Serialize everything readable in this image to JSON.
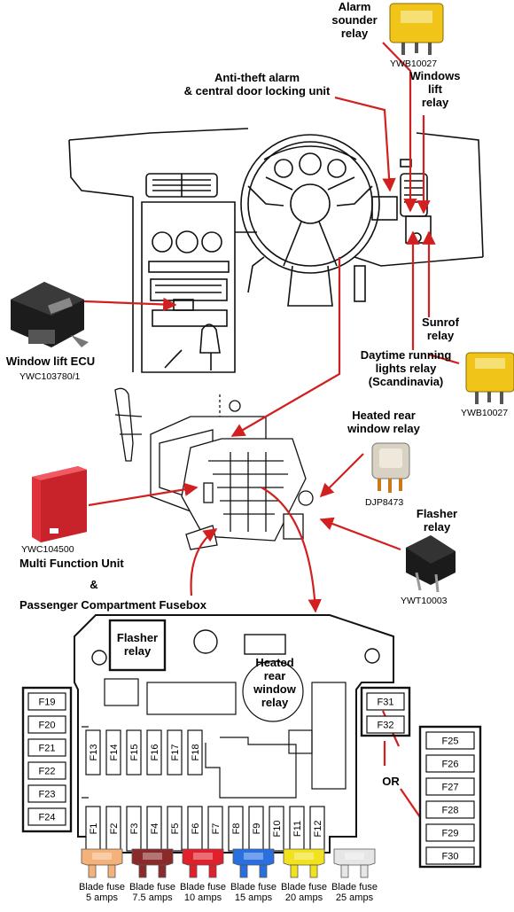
{
  "labels": {
    "alarm_sounder_relay": [
      "Alarm",
      "sounder",
      "relay"
    ],
    "anti_theft": [
      "Anti-theft alarm",
      "& central door locking unit"
    ],
    "windows_lift_relay": [
      "Windows",
      "lift",
      "relay"
    ],
    "sunroof_relay": [
      "Sunrof",
      "relay"
    ],
    "window_lift_ecu": "Window lift ECU",
    "daytime_running": [
      "Daytime running",
      "lights relay",
      "(Scandinavia)"
    ],
    "heated_rear_window_relay_top": [
      "Heated rear",
      "window relay"
    ],
    "flasher_relay_top": [
      "Flasher",
      "relay"
    ],
    "multi_function_unit": "Multi Function Unit",
    "ampersand": "&",
    "passenger_fusebox": "Passenger Compartment Fusebox",
    "flasher_relay_box": [
      "Flasher",
      "relay"
    ],
    "heated_rear_window_relay_box": [
      "Heated",
      "rear",
      "window",
      "relay"
    ],
    "or": "OR"
  },
  "part_numbers": {
    "alarm_relay": "YWB10027",
    "window_ecu": "YWC103780/1",
    "daytime_relay": "YWB10027",
    "heated_relay": "DJP8473",
    "multi_function": "YWC104500",
    "flasher_relay": "YWT10003"
  },
  "fuses": {
    "left_column": [
      "F19",
      "F20",
      "F21",
      "F22",
      "F23",
      "F24"
    ],
    "right_small": [
      "F31",
      "F32"
    ],
    "upper_row": [
      "F13",
      "F14",
      "F15",
      "F16",
      "F17",
      "F18"
    ],
    "lower_row": [
      "F1",
      "F2",
      "F3",
      "F4",
      "F5",
      "F6",
      "F7",
      "F8",
      "F9",
      "F10",
      "F11",
      "F12"
    ],
    "alternative_column": [
      "F25",
      "F26",
      "F27",
      "F28",
      "F29",
      "F30"
    ]
  },
  "blade_fuses": [
    {
      "name": "Blade fuse",
      "rating": "5 amps",
      "color": "#f4b27a"
    },
    {
      "name": "Blade fuse",
      "rating": "7.5 amps",
      "color": "#8b2a2a"
    },
    {
      "name": "Blade fuse",
      "rating": "10 amps",
      "color": "#e0202a"
    },
    {
      "name": "Blade fuse",
      "rating": "15 amps",
      "color": "#2a6fe0"
    },
    {
      "name": "Blade fuse",
      "rating": "20 amps",
      "color": "#f2e21e"
    },
    {
      "name": "Blade fuse",
      "rating": "25 amps",
      "color": "#e6e6e6"
    }
  ],
  "colors": {
    "arrow": "#d21f1f",
    "relay_yellow": "#f0c419",
    "mfu_red": "#e0303a",
    "line": "#111111"
  }
}
